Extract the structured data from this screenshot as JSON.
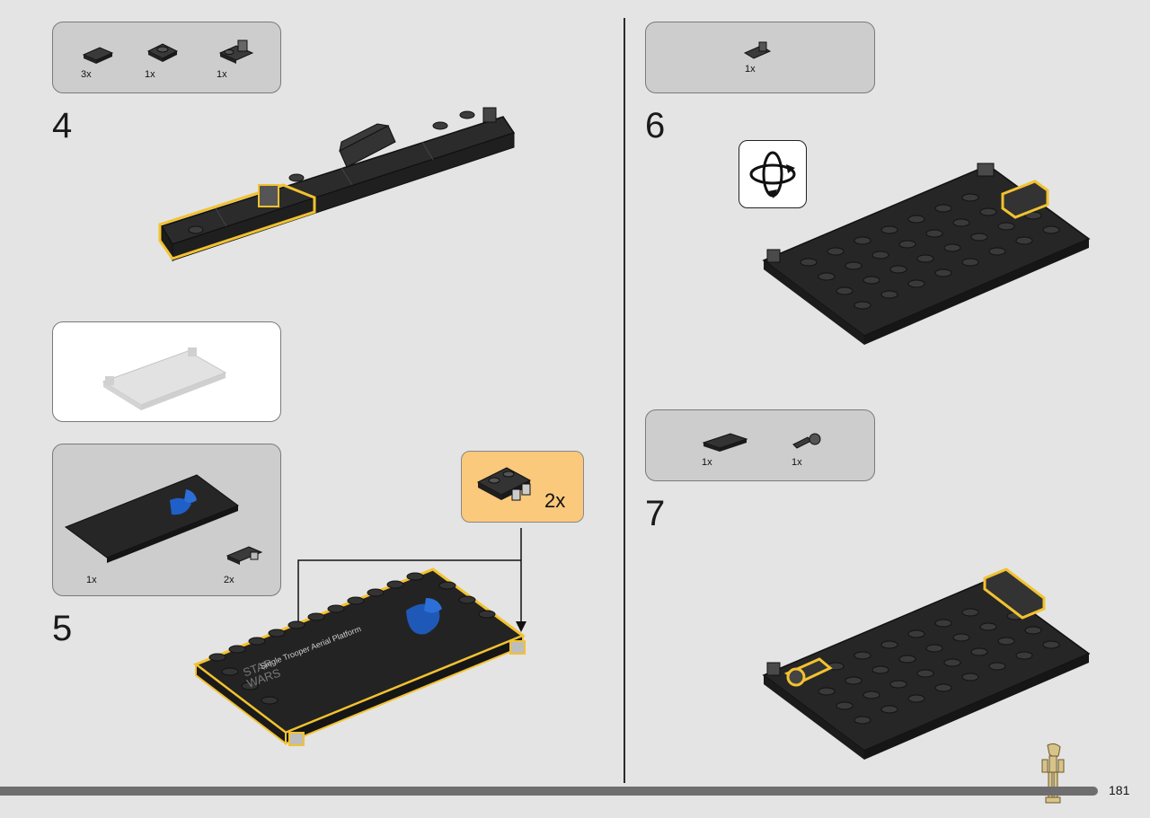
{
  "page_number": "181",
  "steps": [
    {
      "number": "4",
      "parts": [
        {
          "qty": "3x"
        },
        {
          "qty": "1x"
        },
        {
          "qty": "1x"
        }
      ]
    },
    {
      "number": "5",
      "subassembly_parts": [
        {
          "qty": "1x"
        },
        {
          "qty": "2x"
        }
      ],
      "multiplier": "2x"
    },
    {
      "number": "6",
      "parts": [
        {
          "qty": "1x"
        }
      ]
    },
    {
      "number": "7",
      "parts": [
        {
          "qty": "1x"
        },
        {
          "qty": "1x"
        }
      ]
    }
  ],
  "display_plate": {
    "brand_line1": "STAR",
    "brand_line2": "WARS",
    "title": "Single Trooper Aerial Platform"
  },
  "colors": {
    "highlight": "#f2c230",
    "brick_dark": "#2b2b2b",
    "callout_orange": "#fbc97b",
    "print_blue": "#1f5fc8"
  }
}
